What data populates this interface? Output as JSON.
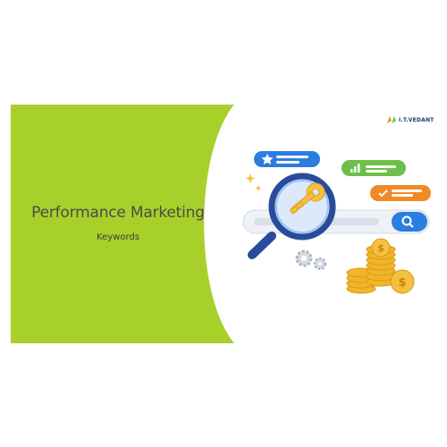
{
  "slide": {
    "title": "Performance Marketing",
    "subtitle": "Keywords"
  },
  "logo": {
    "text": "I.T.VEDANT"
  },
  "colors": {
    "green": "#a8d02a",
    "blue": "#2b7ee0",
    "navy": "#2a4b9c",
    "gold": "#f5c040",
    "orange": "#f08a24",
    "green_pill": "#6cc04a"
  },
  "icons": [
    "star-icon",
    "bar-chart-icon",
    "check-icon",
    "search-icon",
    "magnifier-icon",
    "key-icon",
    "gear-icon",
    "coin-stack-icon",
    "sparkle-icon"
  ]
}
